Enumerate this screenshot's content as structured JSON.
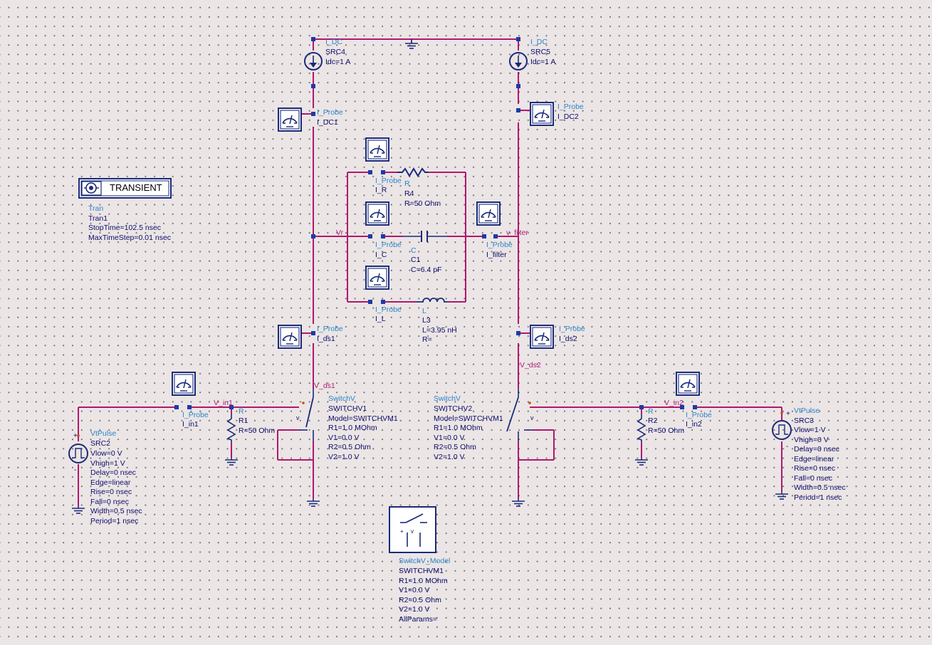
{
  "colors": {
    "background": "#ebe5e5",
    "wire": "#b3166f",
    "component": "#1a2a7a",
    "component_type_label": "#2a86c9",
    "parameter_text": "#0c0c6b",
    "net_label": "#b01e78"
  },
  "components": {
    "src4": {
      "type": "I_DC",
      "name": "SRC4",
      "p1": "Idc=1 A"
    },
    "src5": {
      "type": "I_DC",
      "name": "SRC5",
      "p1": "Idc=1 A"
    },
    "probe_dc1": {
      "type": "I_Probe",
      "name": "I_DC1"
    },
    "probe_dc2": {
      "type": "I_Probe",
      "name": "I_DC2"
    },
    "probe_r": {
      "type": "I_Probe",
      "name": "I_R"
    },
    "probe_c": {
      "type": "I_Probe",
      "name": "I_C"
    },
    "probe_l": {
      "type": "I_Probe",
      "name": "I_L"
    },
    "probe_filter": {
      "type": "I_Probe",
      "name": "I_filter"
    },
    "probe_ds1": {
      "type": "I_Probe",
      "name": "I_ds1"
    },
    "probe_ds2": {
      "type": "I_Probe",
      "name": "I_ds2"
    },
    "probe_in1": {
      "type": "I_Probe",
      "name": "I_in1"
    },
    "probe_in2": {
      "type": "I_Probe",
      "name": "I_in2"
    },
    "r4": {
      "type": "R",
      "name": "R4",
      "p1": "R=50 Ohm"
    },
    "c1": {
      "type": "C",
      "name": "C1",
      "p1": "C=6.4 pF"
    },
    "l3": {
      "type": "L",
      "name": "L3",
      "p1": "L=3.95 nH",
      "p2": "R="
    },
    "r1": {
      "type": "R",
      "name": "R1",
      "p1": "R=50 Ohm"
    },
    "r2": {
      "type": "R",
      "name": "R2",
      "p1": "R=50 Ohm"
    },
    "switch1": {
      "type": "SwitchV",
      "name": "SWITCHV1",
      "params": [
        "Model=SWITCHVM1",
        "R1=1.0 MOhm",
        "V1=0.0 V",
        "R2=0.5 Ohm",
        "V2=1.0 V"
      ]
    },
    "switch2": {
      "type": "SwitchV",
      "name": "SWITCHV2",
      "params": [
        "Model=SWITCHVM1",
        "R1=1.0 MOhm",
        "V1=0.0 V",
        "R2=0.5 Ohm",
        "V2=1.0 V"
      ]
    },
    "src2": {
      "type": "VtPulse",
      "name": "SRC2",
      "params": [
        "Vlow=0 V",
        "Vhigh=1 V",
        "Delay=0 nsec",
        "Edge=linear",
        "Rise=0 nsec",
        "Fall=0 nsec",
        "Width=0.5 nsec",
        "Period=1 nsec"
      ]
    },
    "src3": {
      "type": "VtPulse",
      "name": "SRC3",
      "params": [
        "Vlow=1 V",
        "Vhigh=0 V",
        "Delay=0 nsec",
        "Edge=linear",
        "Rise=0 nsec",
        "Fall=0 nsec",
        "Width=0.5 nsec",
        "Period=1 nsec"
      ]
    },
    "tran": {
      "box_label": "TRANSIENT",
      "type": "Tran",
      "name": "Tran1",
      "params": [
        "StopTime=102.5 nsec",
        "MaxTimeStep=0.01 nsec"
      ]
    },
    "model": {
      "type": "SwitchV_Model",
      "name": "SWITCHVM1",
      "params": [
        "R1=1.0 MOhm",
        "V1=0.0 V",
        "R2=0.5 Ohm",
        "V2=1.0 V",
        "AllParams="
      ]
    }
  },
  "nets": {
    "vr": "Vr",
    "v_filter": "v_filter",
    "v_ds1": "V_ds1",
    "v_ds2": "V_ds2",
    "v_in1": "V_in1",
    "v_in2": "V_in2"
  },
  "icons": [
    "ground-icon",
    "current-source-icon",
    "current-probe-icon",
    "resistor-icon",
    "capacitor-icon",
    "inductor-icon",
    "voltage-switch-icon",
    "pulse-source-icon",
    "transient-controller-icon"
  ]
}
